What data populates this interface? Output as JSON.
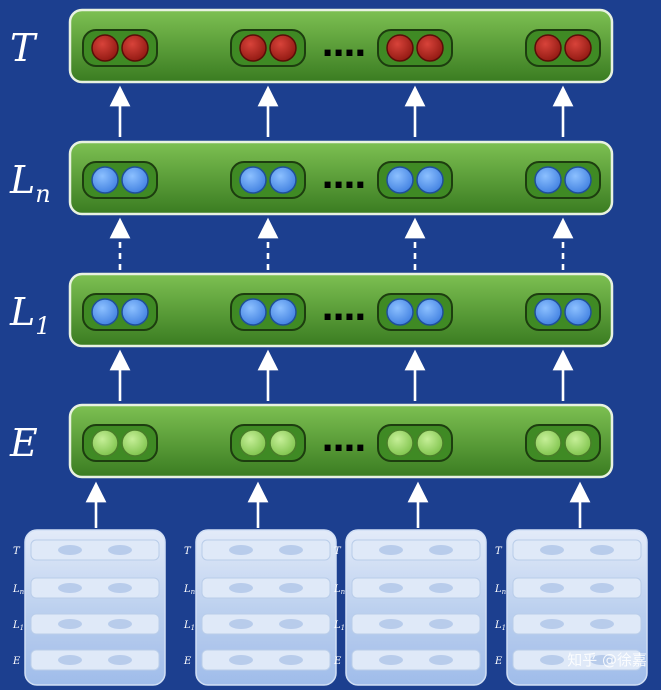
{
  "layers": [
    {
      "id": "T",
      "label_main": "T",
      "label_sub": "",
      "cell_style": "red",
      "incoming": "solid"
    },
    {
      "id": "Ln",
      "label_main": "L",
      "label_sub": "n",
      "cell_style": "blue",
      "incoming": "dashed"
    },
    {
      "id": "L1",
      "label_main": "L",
      "label_sub": "1",
      "cell_style": "blue",
      "incoming": "solid"
    },
    {
      "id": "E",
      "label_main": "E",
      "label_sub": "",
      "cell_style": "green",
      "incoming": "solid"
    }
  ],
  "ellipsis": "....",
  "mini_labels": [
    {
      "main": "T",
      "sub": ""
    },
    {
      "main": "L",
      "sub": "n"
    },
    {
      "main": "L",
      "sub": "1"
    },
    {
      "main": "E",
      "sub": ""
    }
  ],
  "mini_stack_count": 4,
  "watermark": "知乎 @徐嘉",
  "colors": {
    "background": "#1c3f8f",
    "layer_fill_top": "#6fb34a",
    "layer_fill_bottom": "#3c7f22",
    "layer_stroke": "#e8f2e0",
    "pill_fill": "#3f8a24",
    "pill_stroke": "#1d3d0f",
    "red": "#b3241c",
    "blue": "#5c9bf0",
    "green": "#9ed868",
    "arrow": "#ffffff"
  }
}
